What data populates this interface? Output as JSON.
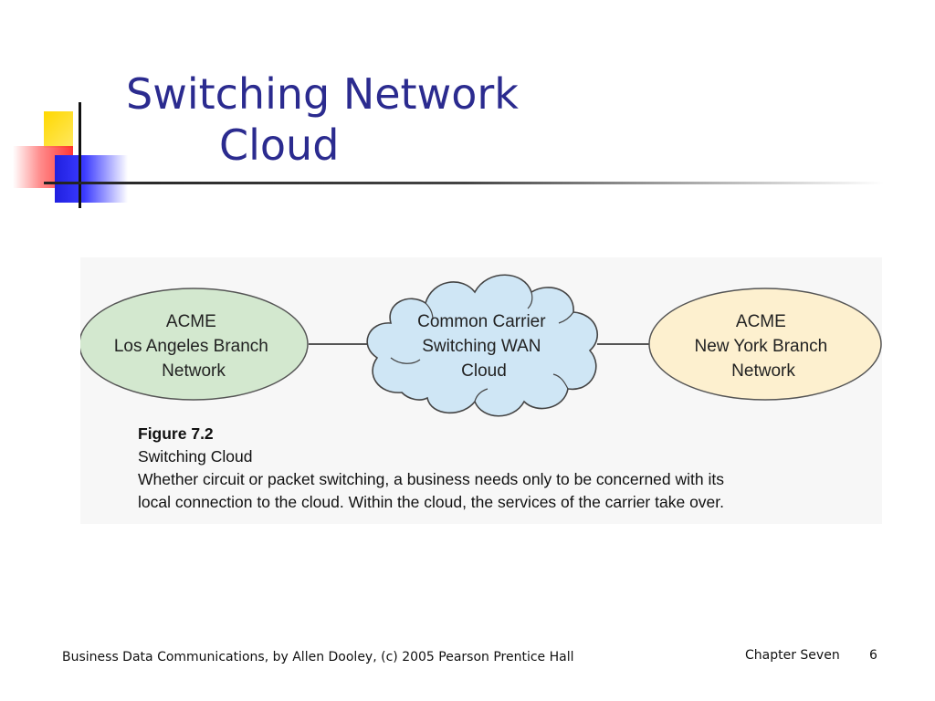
{
  "slide": {
    "title_line1": "Switching Network",
    "title_line2": "Cloud"
  },
  "figure": {
    "left_node": [
      "ACME",
      "Los Angeles Branch",
      "Network"
    ],
    "cloud_node": [
      "Common Carrier",
      "Switching WAN",
      "Cloud"
    ],
    "right_node": [
      "ACME",
      "New York Branch",
      "Network"
    ],
    "caption_number": "Figure 7.2",
    "caption_title": "Switching Cloud",
    "caption_line1": "Whether circuit or packet switching, a business needs only to be concerned with its",
    "caption_line2": "local connection to the cloud. Within the cloud, the services of the carrier take over.",
    "colors": {
      "left_fill": "#d3e8cf",
      "right_fill": "#fdf0cf",
      "cloud_fill": "#cfe6f5",
      "stroke": "#555555",
      "connector": "#555555"
    }
  },
  "footer": {
    "left": "Business Data Communications, by Allen Dooley, (c) 2005 Pearson Prentice Hall",
    "chapter": "Chapter Seven",
    "page": "6"
  }
}
